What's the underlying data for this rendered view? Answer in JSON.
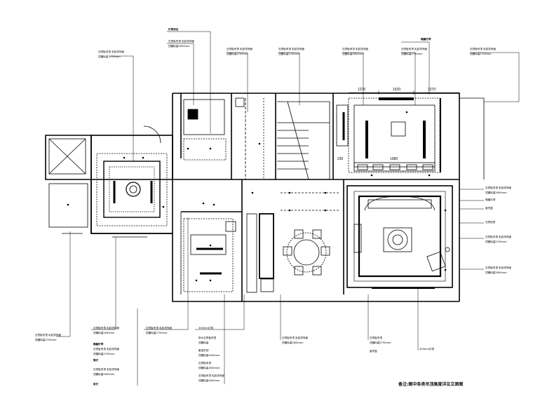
{
  "drawing": {
    "caption": "备注:图中各类吊顶高度详见立面图",
    "dimensions": {
      "d1": "1270",
      "d2": "1520",
      "d3": "1270",
      "d4": "1580",
      "d5": "230"
    },
    "callouts_top": {
      "c1": "石膏板吊顶 乳胶漆饰面",
      "c1b": "顶棚标高 2750mm",
      "c2a": "灯带详见",
      "c2b": "石膏板吊顶 乳胶漆饰面",
      "c2c": "顶棚标高2650mm",
      "c3a": "石膏板吊顶 乳胶漆饰面",
      "c3b": "顶棚标高2700mm",
      "c4a": "石膏板吊顶 乳胶漆饰面",
      "c4b": "顶棚标高2750mm",
      "c5a": "石膏板吊顶 乳胶漆饰面",
      "c5b": "顶棚标高2600mm",
      "c6a": "暗藏灯带",
      "c6b": "石膏板吊顶 乳胶漆饰面",
      "c6c": "顶棚标高2700mm",
      "c7a": "石膏板吊顶 乳胶漆饰面",
      "c7b": "顶棚标高2750mm"
    },
    "callouts_right": {
      "r1": "石膏板吊顶 乳胶漆饰面",
      "r2": "顶棚标高2650mm",
      "r3": "暗藏灯带",
      "r4": "窗帘盒",
      "r5": "石膏线条",
      "r6": "石膏板吊顶 乳胶漆饰面",
      "r7": "顶棚标高2700mm",
      "r8": "石膏板吊顶 乳胶漆饰面",
      "r9": "顶棚标高2800mm"
    },
    "callouts_bottom": {
      "b1a": "石膏板吊顶 乳胶漆饰面",
      "b1b": "顶棚标高2750mm",
      "b2a": "石膏板吊顶 乳胶漆饰面",
      "b2b": "顶棚标高2650mm",
      "b2c": "暗藏灯带",
      "b2d": "石膏板吊顶 乳胶漆饰面",
      "b2e": "顶棚标高2700mm",
      "b2f": "筒灯",
      "b2g": "石膏板吊顶 乳胶漆饰面",
      "b2h": "顶棚标高2600mm",
      "b2i": "射灯",
      "b3a": "石膏板吊顶 乳胶漆饰面",
      "b3b": "顶棚标高2750mm",
      "b4a": "300mm灯带",
      "b4b": "防水石膏板吊顶",
      "b4c": "顶棚标高",
      "b4d": "集成吊顶",
      "b4e": "顶棚标高2450mm",
      "b4f": "石膏板吊顶",
      "b4g": "顶棚标高2600mm",
      "b4h": "石膏板吊顶 乳胶漆饰面",
      "b4i": "顶棚标高2650mm",
      "b5a": "石膏板吊顶 乳胶漆饰面",
      "b5b": "顶棚标高2800mm",
      "b6a": "石膏板吊顶",
      "b6b": "顶棚标高2750mm",
      "b6c": "窗帘盒",
      "b7": "300mm灯带"
    }
  }
}
